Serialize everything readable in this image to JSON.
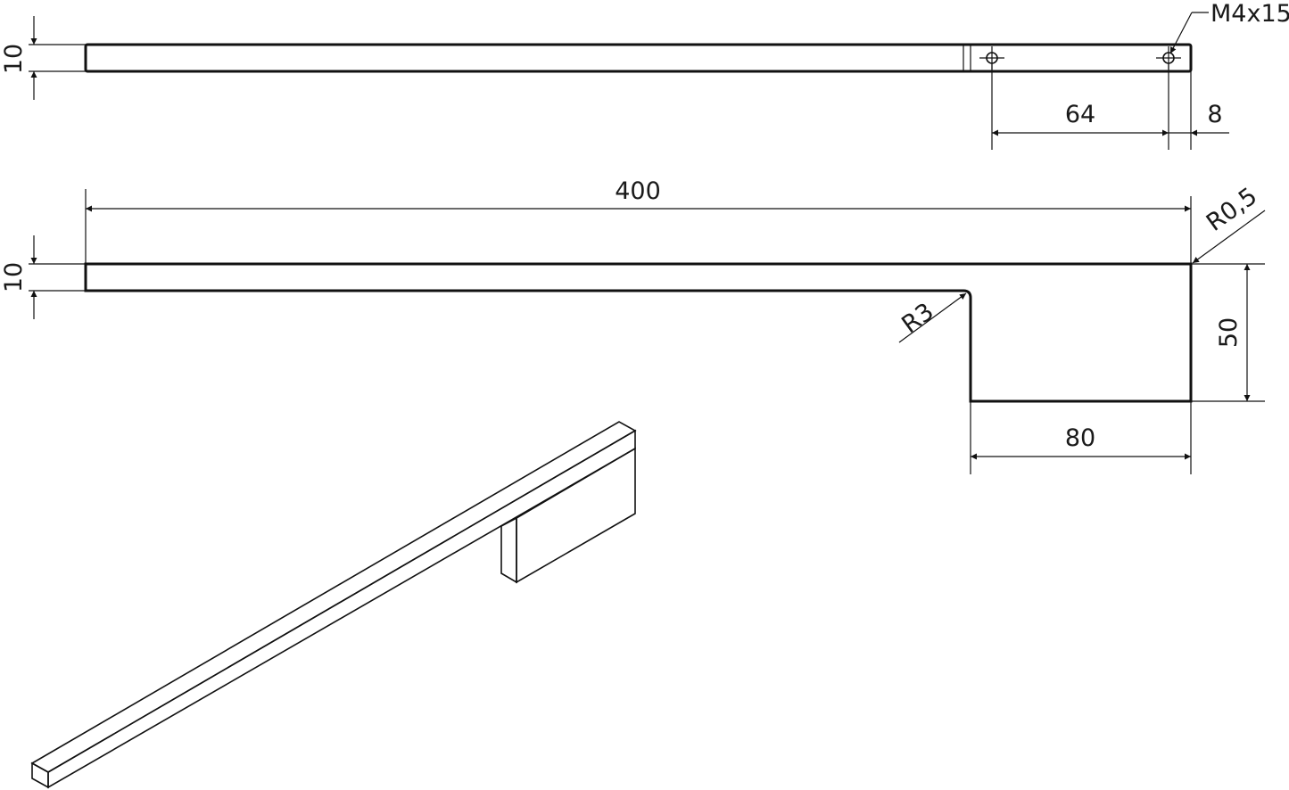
{
  "dimensions": {
    "top_thickness": "10",
    "thread": "M4x15",
    "hole_spacing": "64",
    "hole_edge": "8",
    "length": "400",
    "corner_radius_outer": "R0,5",
    "front_thickness": "10",
    "inner_radius": "R3",
    "height": "50",
    "width": "80"
  },
  "colors": {
    "line": "#111111",
    "background": "#ffffff"
  }
}
